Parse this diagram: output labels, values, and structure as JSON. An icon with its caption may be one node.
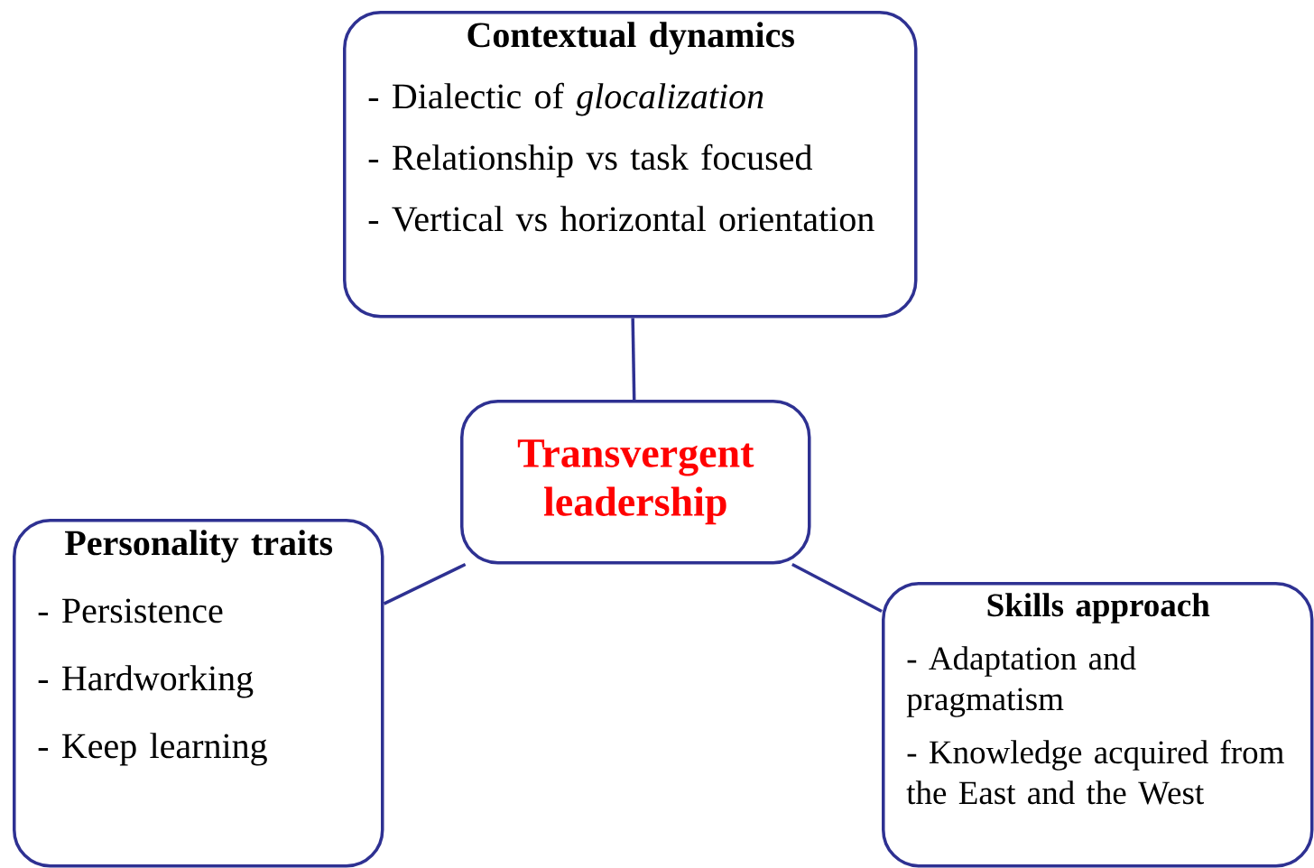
{
  "diagram": {
    "nodes": [
      {
        "text": [
          "Contextual dynamics",
          "- Dialectic of *glocalization*",
          "- Relationship vs task focused",
          "- Vertical vs horizontal orientation"
        ]
      },
      {
        "text": [
          "Transvergent leadership"
        ]
      },
      {
        "text": [
          "Personality traits",
          "- Persistence",
          "- Hardworking",
          "- Keep learning"
        ]
      },
      {
        "text": [
          "Skills approach",
          "- Adaptation and pragmatism",
          "- Knowledge acquired from the East and the West"
        ]
      }
    ],
    "edges": [
      {
        "from": 0,
        "to": 1,
        "arrow": "none"
      },
      {
        "from": 1,
        "to": 2,
        "arrow": "none"
      },
      {
        "from": 1,
        "to": 3,
        "arrow": "none"
      }
    ]
  }
}
